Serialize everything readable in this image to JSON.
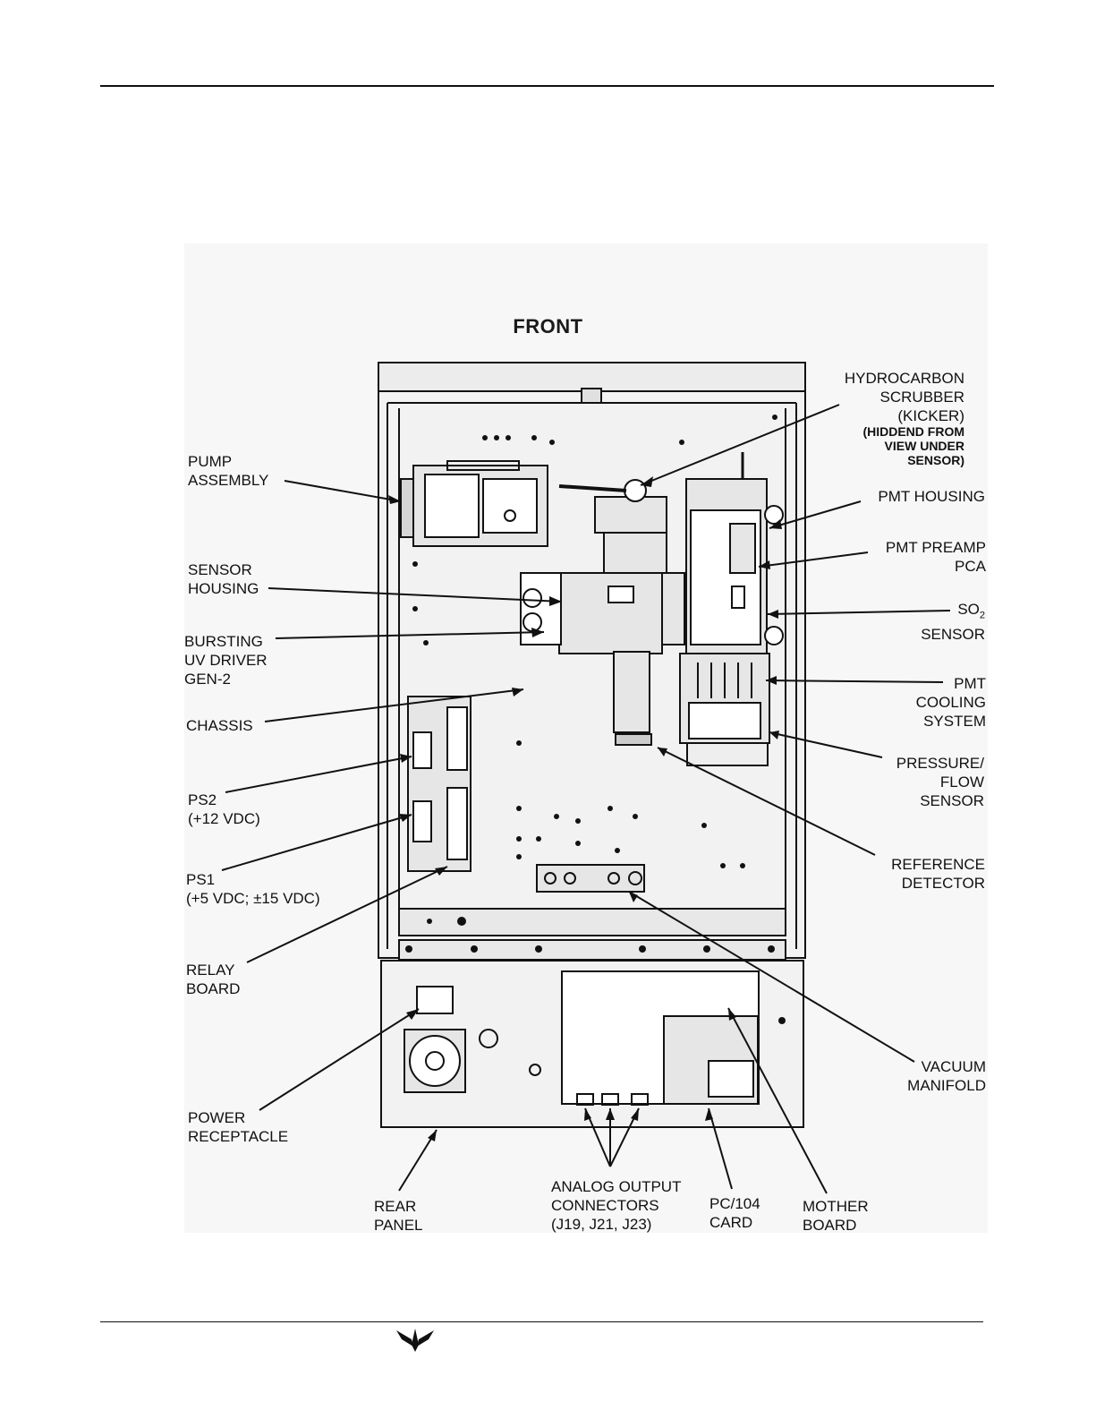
{
  "figure": {
    "title": "FRONT",
    "labels": {
      "hydrocarbon_scrubber": "HYDROCARBON\nSCRUBBER\n(KICKER)",
      "hydrocarbon_note": "(HIDDEND FROM\nVIEW UNDER\nSENSOR)",
      "pump_assembly": "PUMP\nASSEMBLY",
      "pmt_housing": "PMT HOUSING",
      "pmt_preamp": "PMT PREAMP\nPCA",
      "sensor_housing": "SENSOR\nHOUSING",
      "so2_sensor_a": "SO",
      "so2_sensor_sub": "2",
      "so2_sensor_b": "SENSOR",
      "bursting_uv": "BURSTING\nUV DRIVER\nGEN-2",
      "pmt_cooling": "PMT\nCOOLING\nSYSTEM",
      "chassis": "CHASSIS",
      "pressure_flow": "PRESSURE/\nFLOW\nSENSOR",
      "ps2": "PS2\n(+12 VDC)",
      "reference_detector": "REFERENCE\nDETECTOR",
      "ps1": "PS1\n(+5 VDC; ±15 VDC)",
      "relay_board": "RELAY\nBOARD",
      "vacuum_manifold": "VACUUM\nMANIFOLD",
      "power_receptacle": "POWER\nRECEPTACLE",
      "rear_panel": "REAR\nPANEL",
      "analog_output": "ANALOG OUTPUT\nCONNECTORS\n(J19, J21, J23)",
      "pc104": "PC/104\n  CARD",
      "mother_board": "MOTHER\nBOARD"
    }
  },
  "colors": {
    "ink": "#111111",
    "panel_fill": "#f2f2f2",
    "component_fill": "#e6e6e6",
    "figure_bg": "#f7f7f7"
  },
  "icons": {
    "logo": "teledyne-logo-icon"
  }
}
